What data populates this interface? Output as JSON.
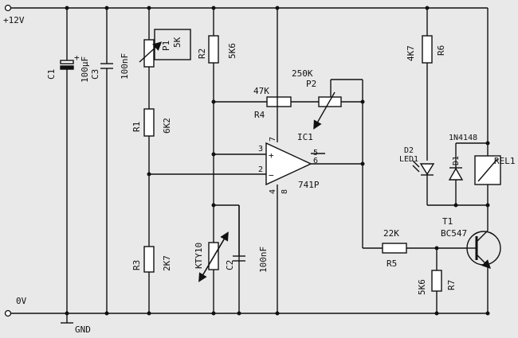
{
  "rails": {
    "supply": "+12V",
    "ground": "0V",
    "gnd": "GND"
  },
  "components": {
    "C1": {
      "ref": "C1",
      "value": "100µF",
      "polarity": "+"
    },
    "C3": {
      "ref": "C3",
      "value": "100nF"
    },
    "P1": {
      "ref": "P1",
      "value": "5K"
    },
    "R1": {
      "ref": "R1",
      "value": "6K2"
    },
    "R3": {
      "ref": "R3",
      "value": "2K7"
    },
    "R2": {
      "ref": "R2",
      "value": "5K6"
    },
    "R4": {
      "ref": "R4",
      "value": "47K"
    },
    "P2": {
      "ref": "P2",
      "value": "250K"
    },
    "IC1": {
      "ref": "IC1",
      "value": "741P",
      "pins": {
        "p2": "2",
        "p3": "3",
        "p4": "4",
        "p5": "5",
        "p6": "6",
        "p7": "7",
        "p8": "8"
      },
      "plus": "+",
      "minus": "−"
    },
    "KTY10": {
      "ref": "KTY10"
    },
    "C2": {
      "ref": "C2",
      "value": "100nF"
    },
    "R6": {
      "ref": "R6",
      "value": "4K7"
    },
    "D2": {
      "ref": "D2",
      "value": "LED1"
    },
    "D1": {
      "ref": "D1",
      "value": "1N4148"
    },
    "REL1": {
      "ref": "REL1"
    },
    "R5": {
      "ref": "R5",
      "value": "22K"
    },
    "R7": {
      "ref": "R7",
      "value": "5K6"
    },
    "T1": {
      "ref": "T1",
      "value": "BC547"
    }
  }
}
